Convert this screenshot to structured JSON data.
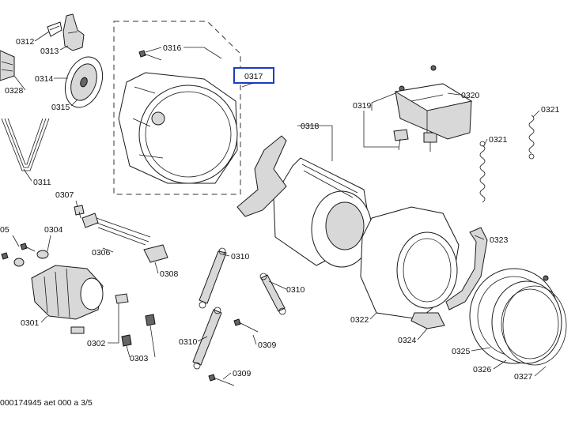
{
  "labels": {
    "p0301": "0301",
    "p0302": "0302",
    "p0303": "0303",
    "p0304": "0304",
    "p0305": "05",
    "p0306": "0306",
    "p0307": "0307",
    "p0308": "0308",
    "p0309a": "0309",
    "p0309b": "0309",
    "p0310a": "0310",
    "p0310b": "0310",
    "p0310c": "0310",
    "p0311": "0311",
    "p0312": "0312",
    "p0313": "0313",
    "p0314": "0314",
    "p0315": "0315",
    "p0316": "0316",
    "p0317": "0317",
    "p0318": "0318",
    "p0319": "0319",
    "p0320": "0320",
    "p0321a": "0321",
    "p0321b": "0321",
    "p0322": "0322",
    "p0323": "0323",
    "p0324": "0324",
    "p0325": "0325",
    "p0326": "0326",
    "p0327": "0327",
    "p0328": "0328"
  },
  "footer": "000174945 aet 000 a 3/5"
}
